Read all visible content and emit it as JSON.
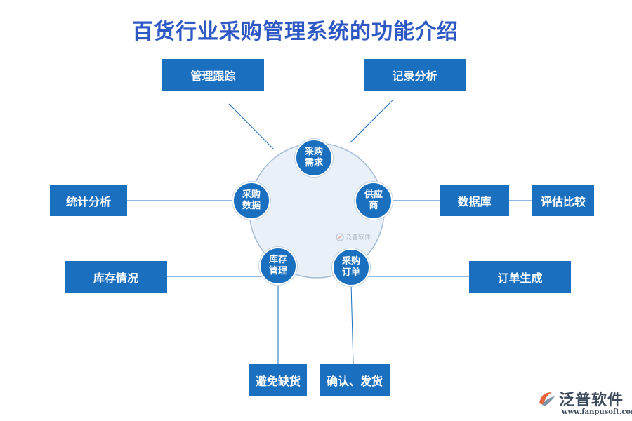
{
  "title": "百货行业采购管理系统的功能介绍",
  "cycle_nodes": {
    "demand": [
      "采购",
      "需求"
    ],
    "supplier": [
      "供应",
      "商"
    ],
    "order": [
      "采购",
      "订单"
    ],
    "inventory": [
      "库存",
      "管理"
    ],
    "data": [
      "采购",
      "数据"
    ]
  },
  "boxes": {
    "tracking": "管理跟踪",
    "record_analysis": "记录分析",
    "statistics": "统计分析",
    "database": "数据库",
    "evaluation": "评估比较",
    "inventory_status": "库存情况",
    "order_generation": "订单生成",
    "avoid_stockout": "避免缺货",
    "confirm_ship": "确认、发货"
  },
  "watermark": "泛普软件",
  "logo": {
    "name": "泛普软件",
    "url": "www.fanpusoft.com"
  },
  "colors": {
    "title": "#2e58c4",
    "box": "#1b6fbf",
    "circle_fill": "#eaf0f7",
    "lines": "#1b6fbf"
  }
}
